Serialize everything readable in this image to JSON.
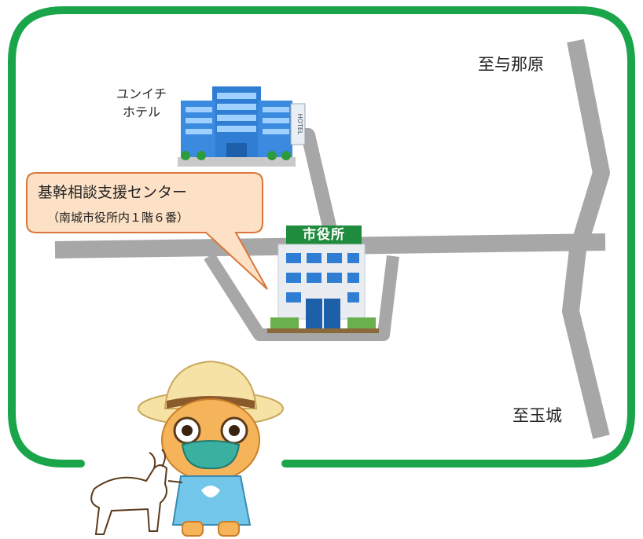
{
  "map": {
    "directions": {
      "north": "至与那原",
      "south": "至玉城"
    },
    "hotel": {
      "name_line1": "ユンイチ",
      "name_line2": "ホテル",
      "sign": "HOTEL"
    },
    "callout": {
      "title": "基幹相談支援センター",
      "subtitle": "（南城市役所内１階６番）"
    },
    "city_hall": {
      "sign": "市役所"
    }
  },
  "colors": {
    "frame": "#1aa54b",
    "road": "#a7a7a7",
    "callout_fill": "#fde1c6",
    "callout_border": "#d9763a",
    "building_blue": "#2f7ed4",
    "city_hall_sign": "#1f8b3c"
  },
  "icons": [
    "hotel-building-icon",
    "city-hall-building-icon",
    "mascot-character-icon",
    "goat-icon"
  ]
}
